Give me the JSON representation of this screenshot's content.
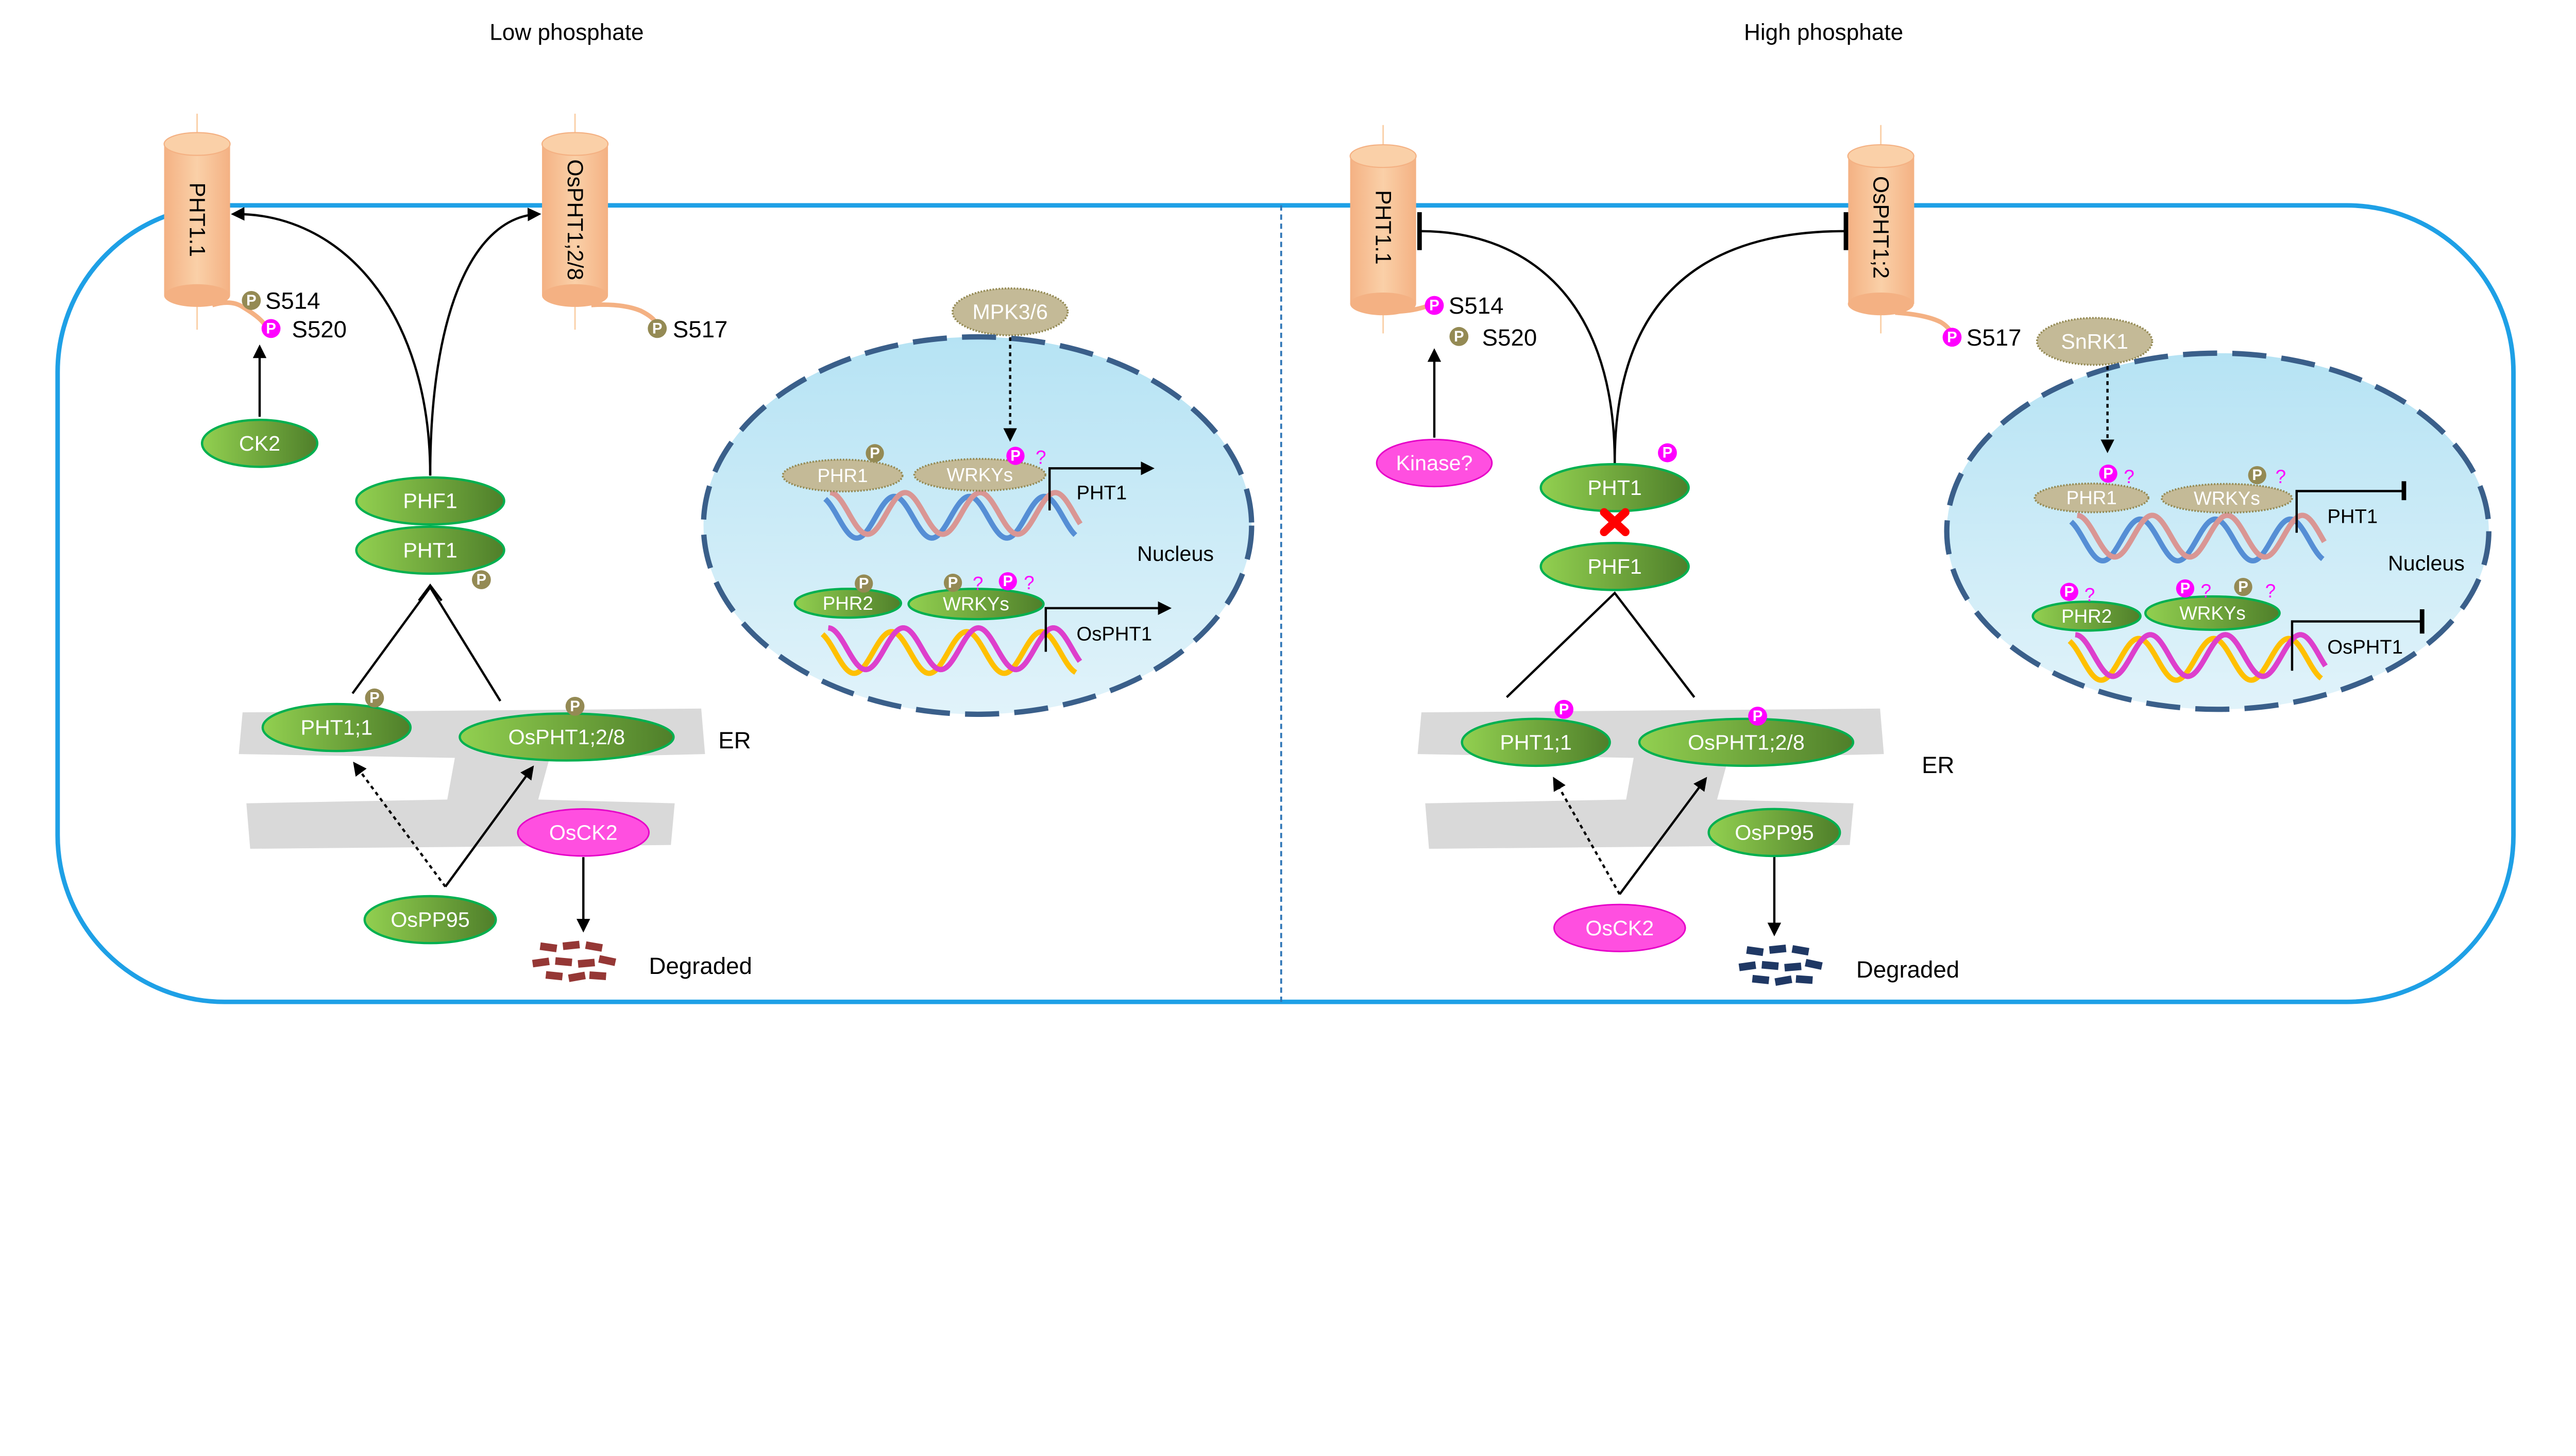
{
  "titles": {
    "low": "Low phosphate",
    "high": "High phosphate"
  },
  "symbols": {
    "phospho": "P",
    "unknown": "?"
  },
  "colors": {
    "cell_border": "#1EA0E6",
    "nucleus_border": "#3A5F8A",
    "transporter": "#F8C08A",
    "protein_green": "#7AB648",
    "protein_beige": "#C4BA97",
    "kinase_magenta": "#FF4FE0",
    "phospho_brown": "#948A54",
    "phospho_magenta": "#FF00FF",
    "degraded_low": "#953735",
    "degraded_high": "#1F3864",
    "inhibition_mark": "#FF0000"
  },
  "low": {
    "pht11": "PHT1.1",
    "ospht": "OsPHT1;2/8",
    "s514": "S514",
    "s520": "S520",
    "s517": "S517",
    "ck2": "CK2",
    "phf1": "PHF1",
    "pht1": "PHT1",
    "er_pht11": "PHT1;1",
    "er_ospht": "OsPHT1;2/8",
    "er": "ER",
    "osck2": "OsCK2",
    "ospp95": "OsPP95",
    "degraded": "Degraded",
    "mpk": "MPK3/6",
    "nucleus": {
      "label": "Nucleus",
      "phr1": "PHR1",
      "wrkys1": "WRKYs",
      "gene1": "PHT1",
      "phr2": "PHR2",
      "wrkys2": "WRKYs",
      "gene2": "OsPHT1"
    }
  },
  "high": {
    "pht11": "PHT1.1",
    "ospht": "OsPHT1;2",
    "s514": "S514",
    "s520": "S520",
    "s517": "S517",
    "kinase": "Kinase?",
    "pht1": "PHT1",
    "phf1": "PHF1",
    "er_pht11": "PHT1;1",
    "er_ospht": "OsPHT1;2/8",
    "er": "ER",
    "ospp95": "OsPP95",
    "osck2": "OsCK2",
    "degraded": "Degraded",
    "snrk1": "SnRK1",
    "nucleus": {
      "label": "Nucleus",
      "phr1": "PHR1",
      "wrkys1": "WRKYs",
      "gene1": "PHT1",
      "phr2": "PHR2",
      "wrkys2": "WRKYs",
      "gene2": "OsPHT1"
    }
  }
}
